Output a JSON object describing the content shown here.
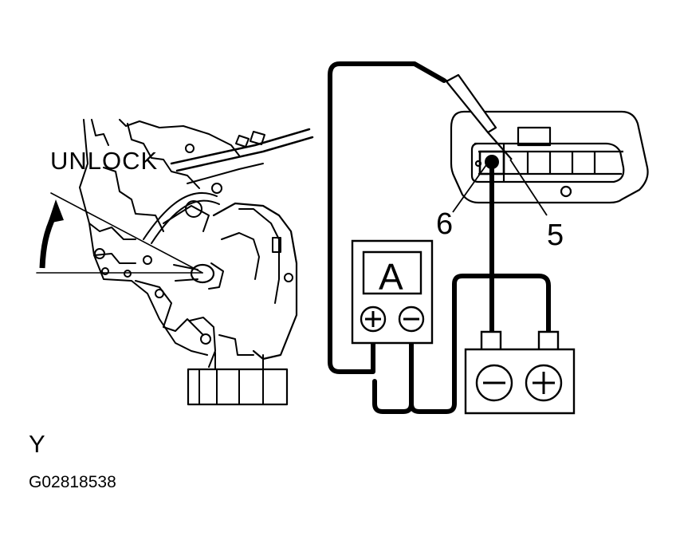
{
  "labels": {
    "unlock": "UNLOCK",
    "terminal_6": "6",
    "terminal_5": "5",
    "ammeter_symbol": "A",
    "view_letter": "Y",
    "figure_code": "G02818538"
  },
  "colors": {
    "line": "#000000",
    "background": "#ffffff"
  }
}
